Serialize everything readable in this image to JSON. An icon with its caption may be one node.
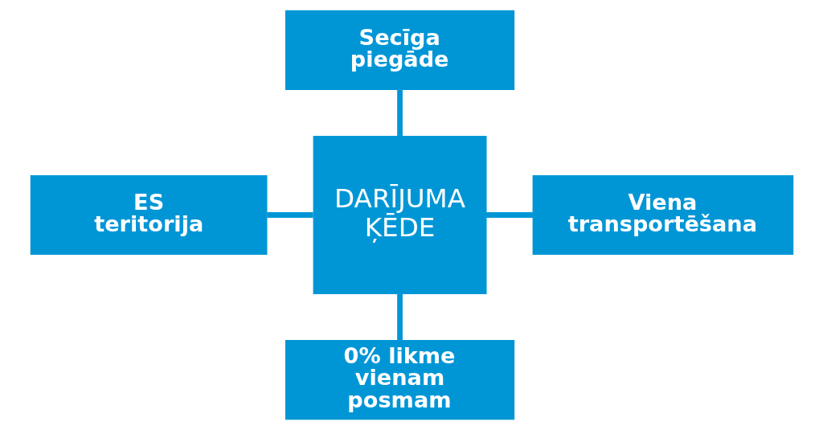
{
  "diagram": {
    "nodes": [
      {
        "text": [
          "DARĪJUMA ĶĒDE"
        ]
      },
      {
        "text": [
          "Secīga piegāde"
        ]
      },
      {
        "text": [
          "ES teritorija"
        ]
      },
      {
        "text": [
          "Viena transportēšana"
        ]
      },
      {
        "text": [
          "0% likme vienam posmam"
        ]
      }
    ],
    "edges": [
      {
        "from": 1,
        "to": 0,
        "arrow": "none"
      },
      {
        "from": 2,
        "to": 0,
        "arrow": "none"
      },
      {
        "from": 0,
        "to": 3,
        "arrow": "none"
      },
      {
        "from": 0,
        "to": 4,
        "arrow": "none"
      }
    ]
  }
}
